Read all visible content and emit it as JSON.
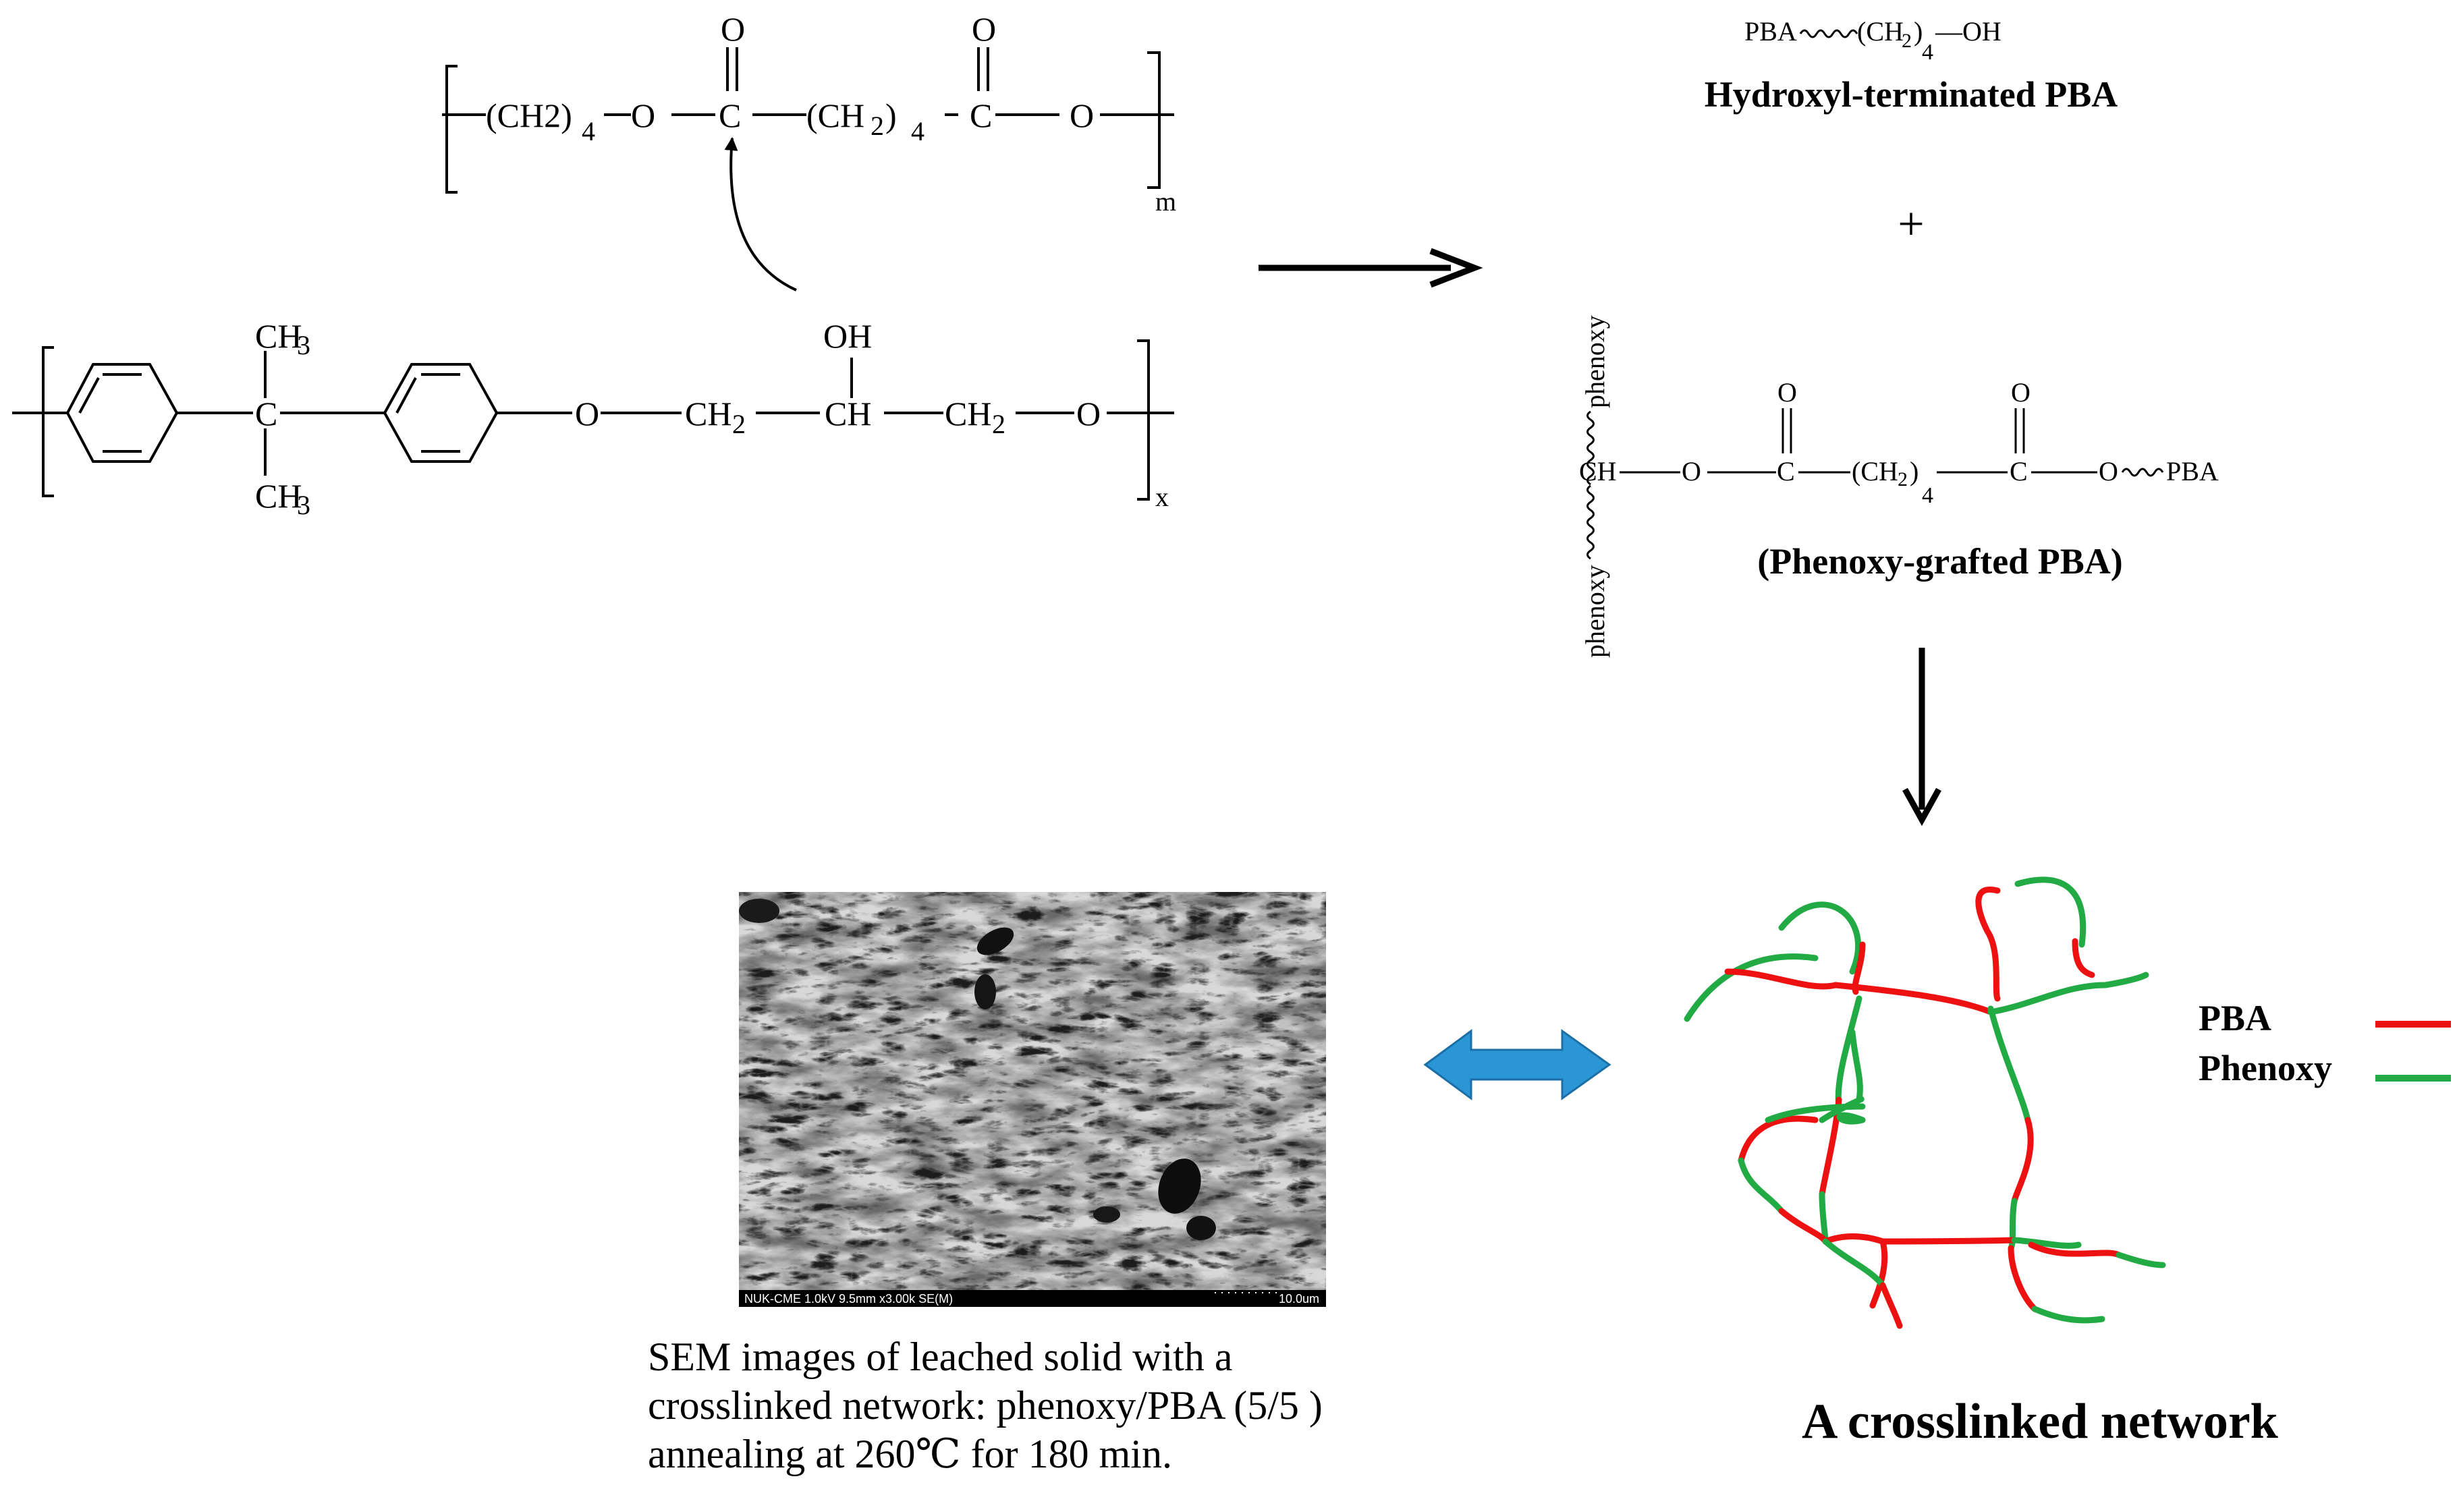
{
  "reactants": {
    "pba_repeat": {
      "group_ch2": "(CH2)",
      "sub_4": "4",
      "o1": "O",
      "c1": "C",
      "carbonyl_o1": "O",
      "ch2b": "(CH",
      "sub_2": "2",
      "paren_close": ")",
      "sub_4b": "4",
      "c2": "C",
      "carbonyl_o2": "O",
      "o2": "O",
      "repeat": "m"
    },
    "phenoxy_repeat": {
      "ch3_top": "CH",
      "ch3_top_sub": "3",
      "c": "C",
      "ch3_bot": "CH",
      "ch3_bot_sub": "3",
      "o1": "O",
      "ch2a": "CH",
      "ch2a_sub": "2",
      "ch": "CH",
      "oh": "OH",
      "ch2b": "CH",
      "ch2b_sub": "2",
      "o2": "O",
      "repeat": "x"
    }
  },
  "products": {
    "hydroxyl_formula": {
      "pba": "PBA",
      "ch": "(CH",
      "sub_2": "2",
      "close": ")",
      "sub_4": "4",
      "oh": "—OH"
    },
    "hydroxyl_label": "Hydroxyl-terminated PBA",
    "plus": "+",
    "grafted_formula": {
      "phenoxy_top": "phenoxy",
      "phenoxy_bottom": "phenoxy",
      "ch": "CH",
      "o1": "O",
      "c1": "C",
      "co1": "O",
      "ch2": "(CH",
      "sub_2": "2",
      "close": ")",
      "sub_4": "4",
      "c2": "C",
      "co2": "O",
      "o2": "O",
      "pba": "PBA"
    },
    "grafted_label": "(Phenoxy-grafted PBA)"
  },
  "sem": {
    "info_bar": "NUK-CME 1.0kV 9.5mm x3.00k SE(M)",
    "scale": "10.0um",
    "caption_lines": [
      "SEM images of leached solid with a",
      "crosslinked network:  phenoxy/PBA (5/5 )",
      "annealing at 260℃ for 180 min."
    ]
  },
  "network": {
    "title": "A crosslinked network",
    "legend": [
      {
        "label": "PBA",
        "color": "#ee1111"
      },
      {
        "label": "Phenoxy",
        "color": "#22aa44"
      }
    ]
  },
  "colors": {
    "arrow_blue": "#2a96d6",
    "pba": "#ee1111",
    "phenoxy": "#22aa44"
  }
}
